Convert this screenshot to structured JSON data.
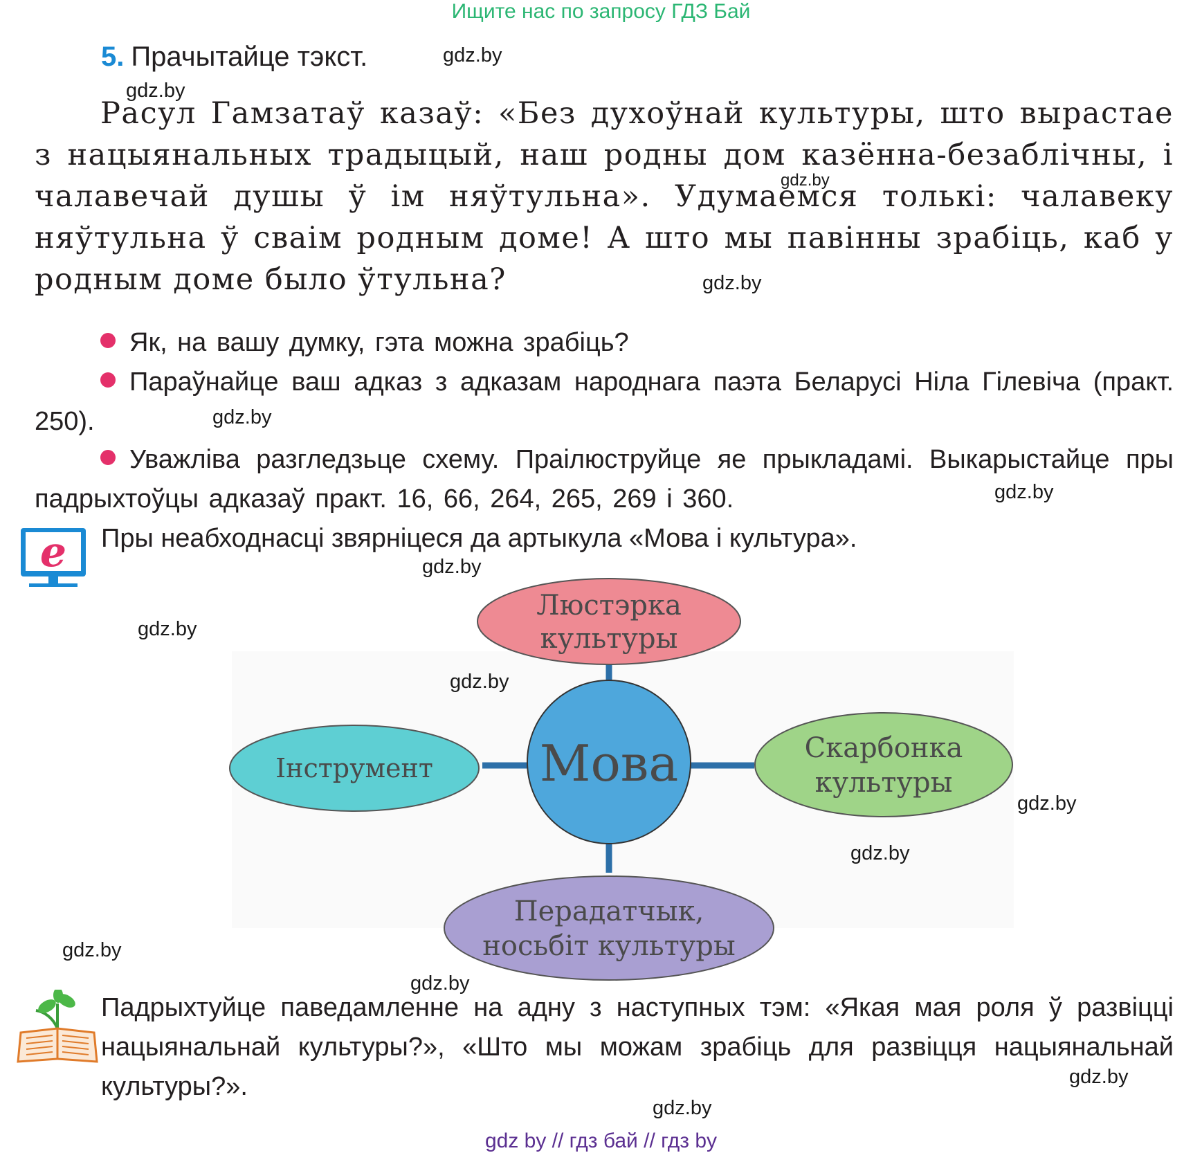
{
  "top_banner": "Ищите нас по запросу ГДЗ Бай",
  "task": {
    "number": "5.",
    "instruction": "Прачытайце тэкст."
  },
  "quote_text": "Расул Гамзатаў казаў: «Без духоўнай культуры, што вырастае з нацыянальных традыцый, наш родны дом казённа-безаблічны, і чалавечай душы ў ім няўтульна». Удумаемся толькі: чалавеку няўтульна ў сваім родным доме! А што мы павінны зрабіць, каб у родным доме было ўтульна?",
  "questions": [
    "Як, на вашу думку, гэта можна зрабіць?",
    "Параўнайце ваш адказ з адказам народнага паэта Беларусі Ніла Гілевіча (практ. 250).",
    "Уважліва разгледзьце схему. Праілюструйце яе прыкладамі. Выкарыстайце пры падрыхтоўцы адказаў практ. 16, 66, 264, 265, 269 і 360."
  ],
  "e_note": "Пры неабходнасці звярніцеся да артыкула «Мова і культура».",
  "diagram": {
    "center": "Мова",
    "top": [
      "Люстэрка",
      "культуры"
    ],
    "left": [
      "Інструмент"
    ],
    "right": [
      "Скарбонка",
      "культуры"
    ],
    "bottom": [
      "Перадатчык,",
      "носьбіт культуры"
    ],
    "colors": {
      "center": "#4ea7dc",
      "top": "#ee8a93",
      "left": "#5ecfd3",
      "right": "#9fd488",
      "bottom": "#a99fd2",
      "connector": "#2c6fa8"
    }
  },
  "final_task": "Падрыхтуйце паведамленне на адну з наступных тэм: «Якая мая роля ў развіцці нацыянальнай культуры?», «Што мы можам зрабіць для развіцця нацыянальнай культуры?».",
  "watermark": "gdz.by",
  "footer": "gdz by  //  гдз бай  //  гдз by",
  "icons": [
    "e-monitor-icon",
    "book-sprout-icon"
  ]
}
